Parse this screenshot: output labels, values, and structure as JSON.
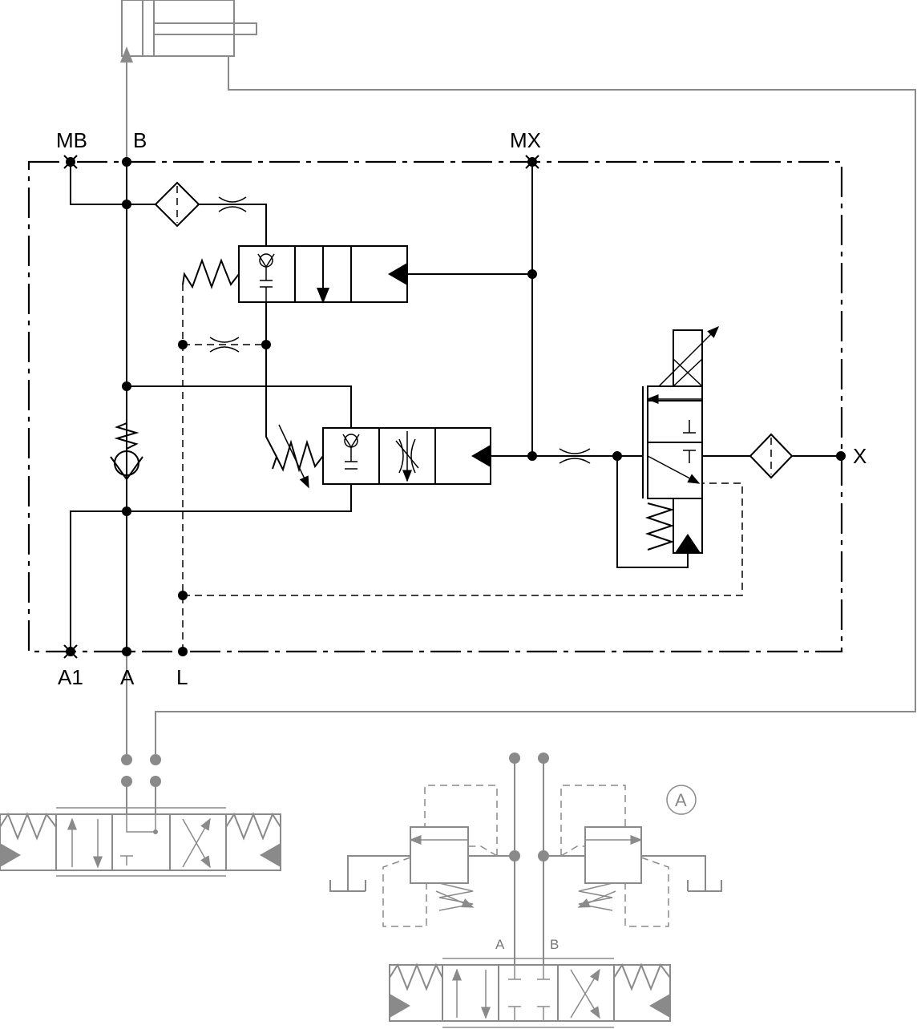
{
  "ports": {
    "mb": "MB",
    "b": "B",
    "mx": "MX",
    "x": "X",
    "a1": "A1",
    "a": "A",
    "l": "L"
  },
  "lower_circuit": {
    "line_a": "A",
    "line_b": "B",
    "circle_label": "A"
  },
  "colors": {
    "main": "#000000",
    "external": "#8a8a8a"
  }
}
